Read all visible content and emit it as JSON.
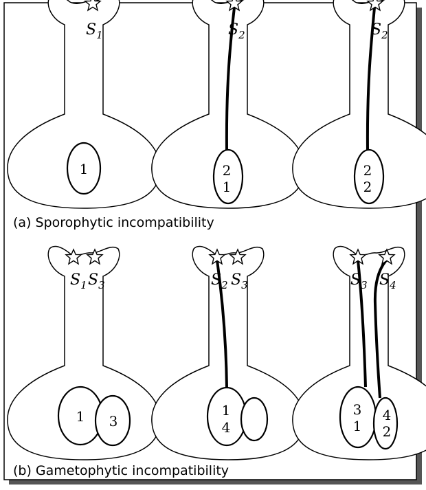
{
  "panel_a": {
    "caption": "(a) Sporophytic incompatibility",
    "flower1": {
      "stigma_label": "S",
      "stigma_sub": "1",
      "ovule": "1"
    },
    "flower2": {
      "stigma_label": "S",
      "stigma_sub": "2",
      "ovule_top": "2",
      "ovule_bottom": "1"
    },
    "flower3": {
      "stigma_label": "S",
      "stigma_sub": "2",
      "ovule_top": "2",
      "ovule_bottom": "2"
    }
  },
  "panel_b": {
    "caption": "(b) Gametophytic incompatibility",
    "flower1": {
      "s_a": "S",
      "s_a_sub": "1",
      "s_b": "S",
      "s_b_sub": "3",
      "ovule_left": "1",
      "ovule_right": "3"
    },
    "flower2": {
      "s_a": "S",
      "s_a_sub": "2",
      "s_b": "S",
      "s_b_sub": "3",
      "ovule_top": "1",
      "ovule_bottom": "4"
    },
    "flower3": {
      "s_a": "S",
      "s_a_sub": "3",
      "s_b": "S",
      "s_b_sub": "4",
      "ovule_left_top": "3",
      "ovule_left_bottom": "1",
      "ovule_right_top": "4",
      "ovule_right_bottom": "2"
    }
  }
}
